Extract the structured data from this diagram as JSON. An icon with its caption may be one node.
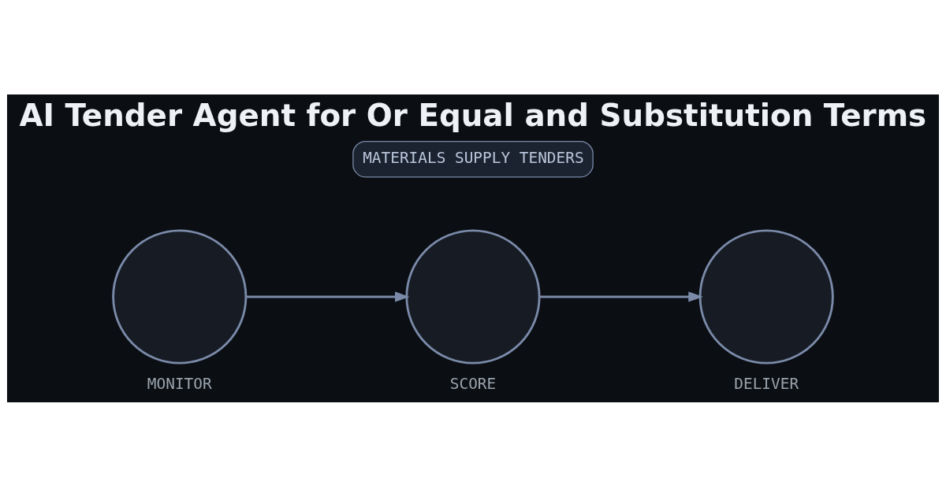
{
  "diagram": {
    "title": "AI Tender Agent for Or Equal and Substitution Terms",
    "nodes": [
      {
        "text": [],
        "shape": "circle",
        "beside": [
          "MONITOR"
        ]
      },
      {
        "text": [],
        "shape": "circle",
        "beside": [
          "SCORE"
        ]
      },
      {
        "text": [],
        "shape": "circle",
        "beside": [
          "DELIVER"
        ]
      }
    ],
    "edges": [
      {
        "from": 0,
        "to": 1,
        "arrow": "to"
      },
      {
        "from": 1,
        "to": 2,
        "arrow": "to"
      }
    ],
    "labels": [
      "MATERIALS SUPPLY TENDERS"
    ]
  }
}
